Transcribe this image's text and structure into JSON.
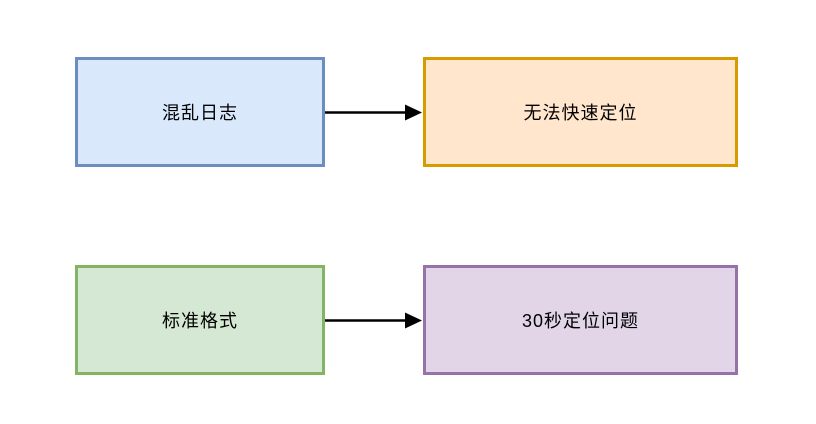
{
  "diagram": {
    "background_color": "#ffffff",
    "text_color": "#000000",
    "nodes": [
      {
        "id": "messy-logs",
        "label": "混乱日志",
        "fill": "#dae8fc",
        "stroke": "#6c8ebf"
      },
      {
        "id": "cannot-locate",
        "label": "无法快速定位",
        "fill": "#ffe6cc",
        "stroke": "#d79b00"
      },
      {
        "id": "standard-format",
        "label": "标准格式",
        "fill": "#d5e8d4",
        "stroke": "#82b366"
      },
      {
        "id": "locate-in-30s",
        "label": "30秒定位问题",
        "fill": "#e1d5e7",
        "stroke": "#9673a6"
      }
    ],
    "edges": [
      {
        "from": "messy-logs",
        "to": "cannot-locate",
        "color": "#000000"
      },
      {
        "from": "standard-format",
        "to": "locate-in-30s",
        "color": "#000000"
      }
    ]
  }
}
